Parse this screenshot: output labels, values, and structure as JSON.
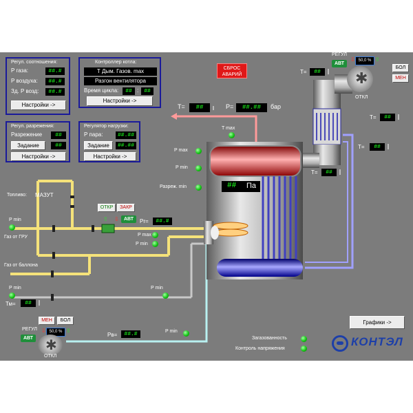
{
  "ratio_panel": {
    "title": "Регул. соотношения:",
    "rows": [
      {
        "label": "Р газа:",
        "value": "##.#"
      },
      {
        "label": "Р воздуха:",
        "value": "##.#"
      },
      {
        "label": "Зд. Р возд:",
        "value": "##.#"
      }
    ],
    "settings": "Настройки ->"
  },
  "boiler_panel": {
    "title": "Контроллер котла:",
    "line1": "Т Дым. Газов. max",
    "line2": "Разгон вентилятора",
    "cycle_label": "Время цикла:",
    "cycle_a": "##",
    "colon": ":",
    "cycle_b": "##",
    "settings": "Настройки ->"
  },
  "reset_button": "СБРОС АВАРИЙ",
  "vac_panel": {
    "title": "Регул. разрежения:",
    "label": "Разрежение",
    "value": "##",
    "task_button": "Задание",
    "task_value": "##",
    "settings": "Настройки ->"
  },
  "load_panel": {
    "title": "Регулятор нагрузки:",
    "label": "Р пара:",
    "value": "##.##",
    "task_button": "Задание",
    "task_value": "##.##",
    "settings": "Настройки ->"
  },
  "steam": {
    "t_label": "T=",
    "t_value": "##",
    "p_label": "P=",
    "p_value": "##.##",
    "unit": "бар"
  },
  "vacuum_display": {
    "value": "##",
    "unit": "Па"
  },
  "boiler_labels": {
    "t_max": "T max",
    "p_max": "P max",
    "p_min": "P min",
    "razr_min": "Разреж. min"
  },
  "exhaust": {
    "t1_label": "T=",
    "t1_value": "##",
    "t2_label": "T=",
    "t2_value": "##",
    "t3_label": "T=",
    "t3_value": "##",
    "t4_label": "T=",
    "t4_value": "##"
  },
  "fan_top": {
    "regul": "РЕГУЛ",
    "abv": "АВТ",
    "percent": "50,0 %",
    "bol": "БОЛ",
    "men": "МЕН",
    "name": "ОТКЛ"
  },
  "fuel": {
    "label": "Топливо:",
    "value": "МАЗУТ"
  },
  "valve": {
    "open": "ОТКР",
    "close": "ЗАКР",
    "abv": "АВТ",
    "pr_label": "Pr=",
    "pr_value": "##.#"
  },
  "gas_lines": {
    "p_min_1": "P min",
    "gru": "Газ от ГРУ",
    "p_max": "P max",
    "p_min_burner": "P min",
    "balloon": "Газ от баллона",
    "p_min_2": "P min",
    "p_min_3": "P min",
    "tm_label": "Тм=",
    "tm_value": "##"
  },
  "fan_bottom": {
    "men": "МЕН",
    "bol": "БОЛ",
    "regul": "РЕГУЛ",
    "abv": "АВТ",
    "percent": "50,0 %",
    "name": "ОТКЛ",
    "pv_label": "Рв=",
    "pv_value": "##.#",
    "p_min": "P min"
  },
  "status": {
    "gas": "Загазованность",
    "voltage": "Контроль напряжения"
  },
  "graphs_button": "Графики ->",
  "logo": "КОНТЭЛ",
  "colors": {
    "background": "#7c7c7c",
    "panel_border": "#1a1a9a",
    "ok_green": "#16c416",
    "alarm_red": "#e01818",
    "digit_green": "#19e019"
  }
}
